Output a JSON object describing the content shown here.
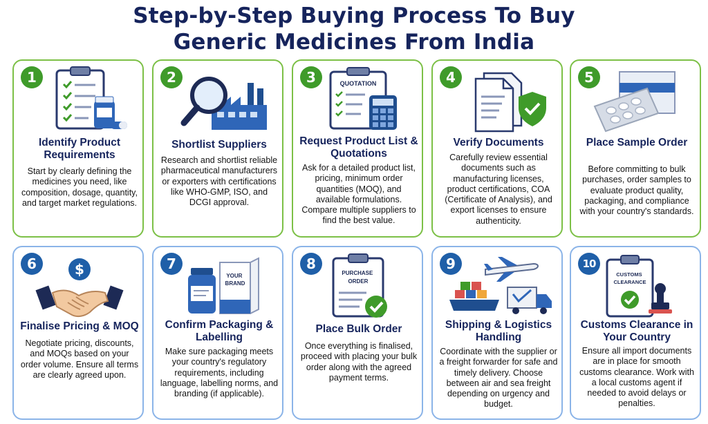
{
  "title": {
    "line1": "Step-by-Step Buying Process To Buy",
    "line2": "Generic Medicines From India"
  },
  "colors": {
    "title": "#16245c",
    "green_border": "#7cc046",
    "blue_border": "#8bb4e8",
    "green_badge": "#3f9b2a",
    "blue_badge": "#1f5fa8"
  },
  "steps": [
    {
      "number": "1",
      "title": "Identify Product Requirements",
      "description": "Start by clearly defining the medicines you need, like composition, dosage, quantity, and target market regulations.",
      "icon": "clipboard-checklist-icon"
    },
    {
      "number": "2",
      "title": "Shortlist Suppliers",
      "description": "Research and shortlist reliable pharmaceutical manufacturers or exporters with certifications like WHO-GMP, ISO, and DCGI approval.",
      "icon": "magnifier-factory-icon"
    },
    {
      "number": "3",
      "title": "Request Product List & Quotations",
      "description": "Ask for a detailed product list, pricing, minimum order quantities (MOQ), and available formulations. Compare multiple suppliers to find the best value.",
      "icon": "quotation-calculator-icon",
      "icon_label": "QUOTATION"
    },
    {
      "number": "4",
      "title": "Verify Documents",
      "description": "Carefully review essential documents such as manufacturing licenses, product certifications, COA (Certificate of Analysis), and export licenses to ensure authenticity.",
      "icon": "documents-shield-icon"
    },
    {
      "number": "5",
      "title": "Place Sample Order",
      "description": "Before committing to bulk purchases, order samples to evaluate product quality, packaging, and compliance with your country's standards.",
      "icon": "blister-pack-icon"
    },
    {
      "number": "6",
      "title": "Finalise Pricing & MOQ",
      "description": "Negotiate pricing, discounts, and MOQs based on your order volume. Ensure all terms are clearly agreed upon.",
      "icon": "handshake-dollar-icon"
    },
    {
      "number": "7",
      "title": "Confirm Packaging & Labelling",
      "description": "Make sure packaging meets your country's regulatory requirements, including language, labelling norms, and branding (if applicable).",
      "icon": "bottle-box-icon",
      "icon_label": "YOUR BRAND"
    },
    {
      "number": "8",
      "title": "Place Bulk Order",
      "description": "Once everything is finalised, proceed with placing your bulk order along with the agreed payment terms.",
      "icon": "purchase-order-icon",
      "icon_label": "PURCHASE ORDER"
    },
    {
      "number": "9",
      "title": "Shipping & Logistics Handling",
      "description": "Coordinate with the supplier or a freight forwarder for safe and timely delivery. Choose between air and sea freight depending on urgency and budget.",
      "icon": "plane-ship-truck-icon"
    },
    {
      "number": "10",
      "title": "Customs Clearance in Your Country",
      "description": "Ensure all import documents are in place for smooth customs clearance. Work with a local customs agent if needed to avoid delays or penalties.",
      "icon": "customs-stamp-icon",
      "icon_label": "CUSTOMS CLEARANCE"
    }
  ]
}
